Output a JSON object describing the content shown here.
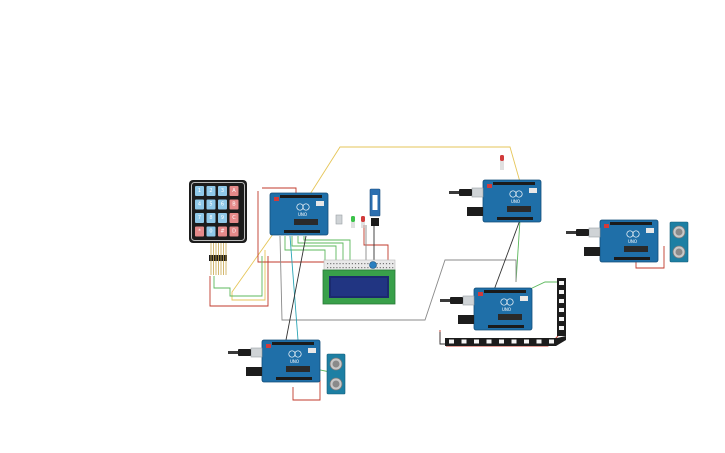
{
  "board_label": "UNO",
  "keypad": {
    "keys": [
      "1",
      "2",
      "3",
      "A",
      "4",
      "5",
      "6",
      "B",
      "7",
      "8",
      "9",
      "C",
      "*",
      "0",
      "#",
      "D"
    ]
  },
  "colors": {
    "board": "#1f6fa8",
    "keypad_numeric": "#8fc8e8",
    "keypad_letter": "#e58a8a",
    "lcd_screen": "#1b2a6e",
    "lcd_pcb": "#39a04a",
    "wire_yellow": "#e6c65a",
    "wire_red": "#c0392b",
    "wire_green": "#5cb85c",
    "wire_gray": "#8a8a8a",
    "wire_teal": "#2aa5b5",
    "wire_black": "#333333"
  },
  "components": [
    "arduino-uno",
    "keypad-4x4",
    "lcd-16x2",
    "servo",
    "led-red",
    "led-green",
    "ultrasonic-sensor",
    "neopixel-strip",
    "breadboard"
  ]
}
